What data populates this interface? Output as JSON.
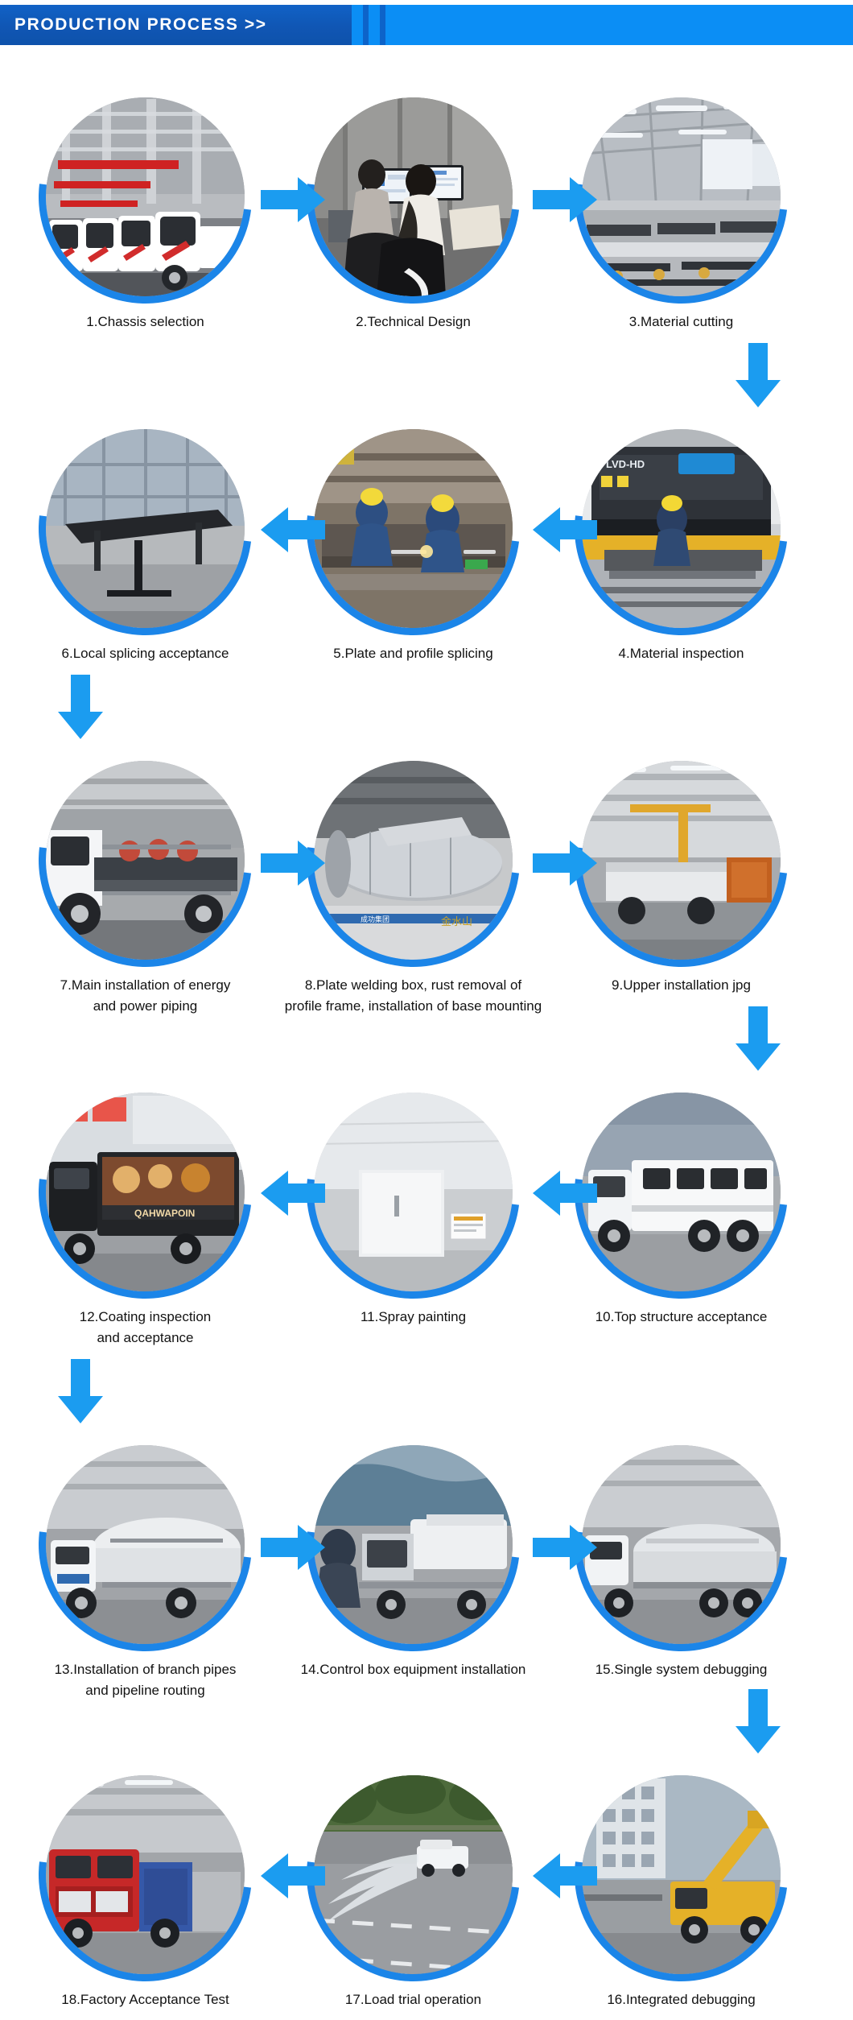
{
  "banner": {
    "title": "PRODUCTION PROCESS >>",
    "dark_color": "#1056b4",
    "light_color": "#0b8ef5"
  },
  "theme": {
    "ring_color": "#1b85e8",
    "arrow_color": "#1b9cf0",
    "caption_color": "#121212"
  },
  "steps": [
    {
      "n": 1,
      "label": "1.Chassis selection",
      "alt": "Row of white truck chassis cabs parked inside a factory assembly hall with red overhead cranes"
    },
    {
      "n": 2,
      "label": "2.Technical Design",
      "alt": "Two engineers seated at desks working on CAD drawings on computer monitors in an office"
    },
    {
      "n": 3,
      "label": "3.Material cutting",
      "alt": "Large bright steel workshop interior with cutting tables and stacked metal sheets"
    },
    {
      "n": 4,
      "label": "4.Material inspection",
      "alt": "Worker in yellow helmet operating an LVD-HD CNC press brake machine"
    },
    {
      "n": 5,
      "label": "5.Plate and profile splicing",
      "alt": "Two welders in yellow helmets welding steel plates on the shop floor"
    },
    {
      "n": 6,
      "label": "6.Local splicing acceptance",
      "alt": "Black welded steel frame assembly standing on a stand inside a workshop"
    },
    {
      "n": 7,
      "label": "7.Main installation of energy\nand power piping",
      "line1": "7.Main installation of energy",
      "line2": "and power piping",
      "alt": "Truck chassis with energy and power piping being installed along the frame rails"
    },
    {
      "n": 8,
      "label": "8.Plate welding box, rust removal of\nprofile frame, installation of base mounting",
      "line1": "8.Plate welding box, rust removal of",
      "line2": "profile frame, installation of base mounting",
      "alt": "Large stainless steel cylindrical tank body welded and mounted on a base frame"
    },
    {
      "n": 9,
      "label": "9.Upper installation jpg",
      "alt": "Workshop bay with overhead crane lifting an upper body structure over a chassis"
    },
    {
      "n": 10,
      "label": "10.Top structure acceptance",
      "alt": "Finished white box-body truck with windows parked on the factory yard"
    },
    {
      "n": 11,
      "label": "11.Spray painting",
      "alt": "White spray painting booth interior with door and instruction signage"
    },
    {
      "n": 12,
      "label": "12.Coating inspection\nand acceptance",
      "line1": "12.Coating inspection",
      "line2": "and acceptance",
      "alt": "Finished black food truck with colorful coffee and dessert graphics on the side panel"
    },
    {
      "n": 13,
      "label": "13.Installation of branch pipes\nand pipeline routing",
      "line1": "13.Installation of branch pipes",
      "line2": "and pipeline routing",
      "alt": "White tanker truck inside the assembly hall having branch pipes fitted"
    },
    {
      "n": 14,
      "label": "14.Control box equipment installation",
      "alt": "Technician installing control box equipment on the rear of a tanker truck"
    },
    {
      "n": 15,
      "label": "15.Single system debugging",
      "alt": "Silver stainless steel tanker truck parked in the workshop during system debugging"
    },
    {
      "n": 16,
      "label": "16.Integrated debugging",
      "alt": "Yellow aerial work platform truck with boom raised beside a tall building"
    },
    {
      "n": 17,
      "label": "17.Load trial operation",
      "alt": "White sprinkler truck spraying water across a road during a load trial run"
    },
    {
      "n": 18,
      "label": "18.Factory Acceptance Test",
      "alt": "Red fire fighting truck parked in the factory inspection hall"
    }
  ],
  "arrows": [
    {
      "id": "a1",
      "direction": "right",
      "from": 1,
      "to": 2
    },
    {
      "id": "a2",
      "direction": "right",
      "from": 2,
      "to": 3
    },
    {
      "id": "a3",
      "direction": "down",
      "from": 3,
      "to": 4
    },
    {
      "id": "a4",
      "direction": "left",
      "from": 4,
      "to": 5
    },
    {
      "id": "a5",
      "direction": "left",
      "from": 5,
      "to": 6
    },
    {
      "id": "a6",
      "direction": "down",
      "from": 6,
      "to": 7
    },
    {
      "id": "a7",
      "direction": "right",
      "from": 7,
      "to": 8
    },
    {
      "id": "a8",
      "direction": "right",
      "from": 8,
      "to": 9
    },
    {
      "id": "a9",
      "direction": "down",
      "from": 9,
      "to": 10
    },
    {
      "id": "a10",
      "direction": "left",
      "from": 10,
      "to": 11
    },
    {
      "id": "a11",
      "direction": "left",
      "from": 11,
      "to": 12
    },
    {
      "id": "a12",
      "direction": "down",
      "from": 12,
      "to": 13
    },
    {
      "id": "a13",
      "direction": "right",
      "from": 13,
      "to": 14
    },
    {
      "id": "a14",
      "direction": "right",
      "from": 14,
      "to": 15
    },
    {
      "id": "a15",
      "direction": "down",
      "from": 15,
      "to": 16
    },
    {
      "id": "a16",
      "direction": "left",
      "from": 16,
      "to": 17
    },
    {
      "id": "a17",
      "direction": "left",
      "from": 17,
      "to": 18
    }
  ]
}
